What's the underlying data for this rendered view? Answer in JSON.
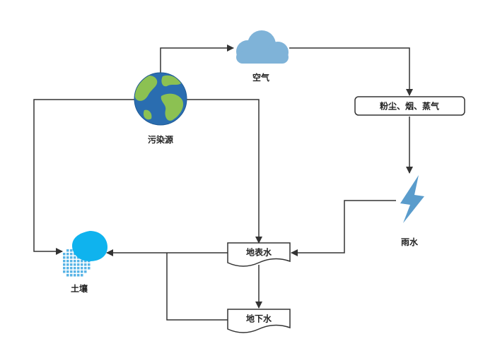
{
  "nodes": {
    "pollution_source": "污染源",
    "air": "空气",
    "dust": "粉尘、烟、蒸气",
    "rain": "雨水",
    "surface_water": "地表水",
    "groundwater": "地下水",
    "soil": "土壤"
  },
  "colors": {
    "line": "#333333",
    "cloud": "#7fb3d8",
    "lightning": "#5a9ccc",
    "earth_ocean": "#2a6db0",
    "earth_land": "#8cc152",
    "droplet": "#0fb3ee",
    "pixel_drop": "#5ab4e6"
  }
}
